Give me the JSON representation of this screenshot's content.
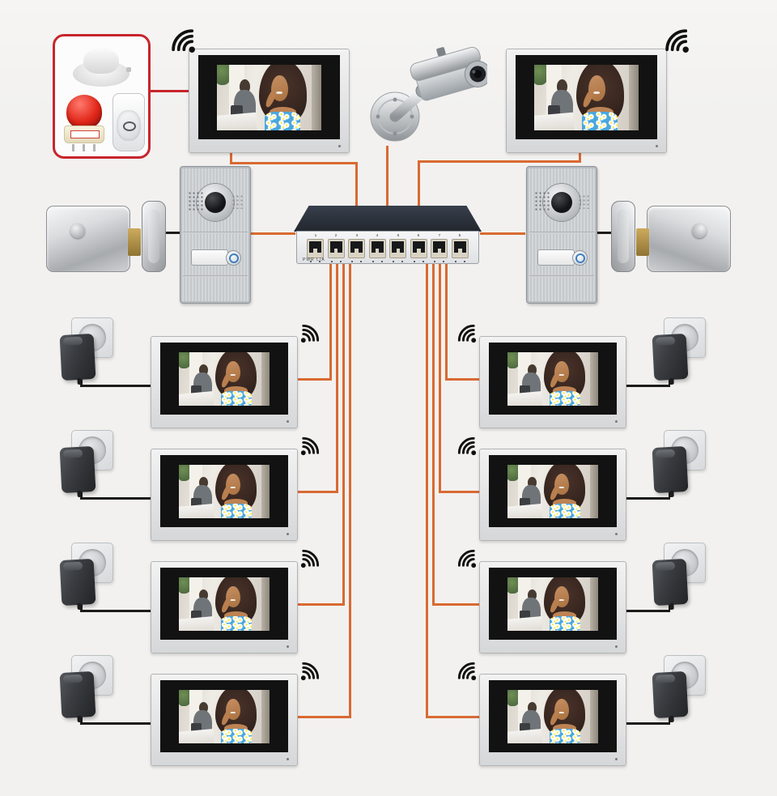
{
  "colors": {
    "page_bg": "#f2f1ef",
    "wire_orange": "#d96a32",
    "wire_black": "#1c1c1c",
    "wire_red": "#c8252c",
    "switch_top": "#38404c",
    "alarm_red": "#e02619",
    "top_blue": "#4aa7dc"
  },
  "equipment": {
    "alarm_kit": {
      "name": "alarm-kit",
      "items": [
        "smoke-detector",
        "strobe-siren",
        "pir-motion-sensor"
      ]
    },
    "cctv_camera": {
      "name": "bullet-cctv-camera"
    },
    "network_switch": {
      "name": "8-port-ethernet-switch",
      "port_labels": [
        "1",
        "2",
        "3",
        "4",
        "5",
        "6",
        "7",
        "8"
      ],
      "pwr_label": "PWR",
      "link_label": "L/A"
    },
    "top_monitors": [
      {
        "side": "left",
        "name": "indoor-monitor"
      },
      {
        "side": "right",
        "name": "indoor-monitor"
      }
    ],
    "door_stations": [
      {
        "side": "left",
        "name": "door-station"
      },
      {
        "side": "right",
        "name": "door-station"
      }
    ],
    "locks": [
      {
        "side": "left",
        "name": "electric-lock"
      },
      {
        "side": "right",
        "name": "electric-lock"
      }
    ],
    "units": [
      {
        "side": "left",
        "row": 1,
        "name": "indoor-monitor-with-power"
      },
      {
        "side": "left",
        "row": 2,
        "name": "indoor-monitor-with-power"
      },
      {
        "side": "left",
        "row": 3,
        "name": "indoor-monitor-with-power"
      },
      {
        "side": "left",
        "row": 4,
        "name": "indoor-monitor-with-power"
      },
      {
        "side": "right",
        "row": 1,
        "name": "indoor-monitor-with-power"
      },
      {
        "side": "right",
        "row": 2,
        "name": "indoor-monitor-with-power"
      },
      {
        "side": "right",
        "row": 3,
        "name": "indoor-monitor-with-power"
      },
      {
        "side": "right",
        "row": 4,
        "name": "indoor-monitor-with-power"
      }
    ]
  },
  "connections": [
    {
      "from": "alarm-kit",
      "to": "top-monitor-left",
      "color": "red"
    },
    {
      "from": "top-monitor-left",
      "to": "switch",
      "color": "orange"
    },
    {
      "from": "top-monitor-right",
      "to": "switch",
      "color": "orange"
    },
    {
      "from": "cctv-camera",
      "to": "switch",
      "color": "orange"
    },
    {
      "from": "door-station-left",
      "to": "switch",
      "color": "orange"
    },
    {
      "from": "door-station-right",
      "to": "switch",
      "color": "orange"
    },
    {
      "from": "door-station-left",
      "to": "electric-lock-left",
      "color": "black"
    },
    {
      "from": "door-station-right",
      "to": "electric-lock-right",
      "color": "black"
    },
    {
      "from": "switch",
      "to": "row-monitors-left",
      "color": "orange",
      "count": 4
    },
    {
      "from": "switch",
      "to": "row-monitors-right",
      "color": "orange",
      "count": 4
    },
    {
      "from": "power-adapter",
      "to": "indoor-monitor",
      "color": "black",
      "count": 8
    }
  ]
}
